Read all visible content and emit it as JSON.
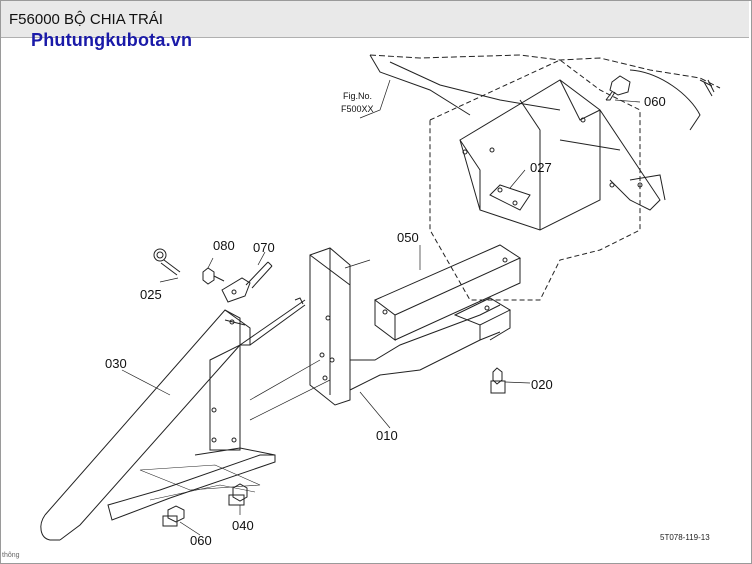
{
  "header": {
    "title": "F56000 BỘ CHIA TRÁI"
  },
  "watermark": "Phutungkubota.vn",
  "figure_ref": {
    "line1": "Fig.No.",
    "line2": "F500XX"
  },
  "part_labels": {
    "p060_top": "060",
    "p027": "027",
    "p050": "050",
    "p080": "080",
    "p070": "070",
    "p025": "025",
    "p030": "030",
    "p020": "020",
    "p010": "010",
    "p040": "040",
    "p060_bottom": "060"
  },
  "drawing_code": "5T078-119-13",
  "footer_text": "thông"
}
